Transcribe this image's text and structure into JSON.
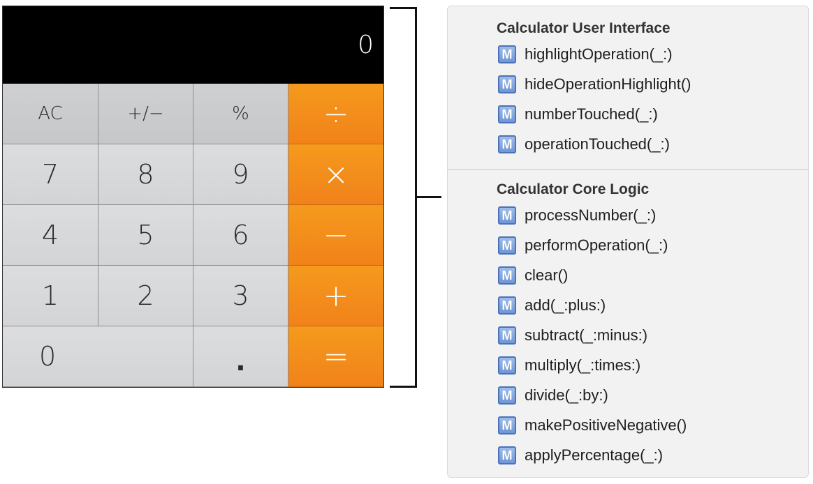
{
  "calculator": {
    "display": "0",
    "keys": {
      "ac": "AC",
      "plus_minus": "+/−",
      "percent": "%",
      "divide": "÷",
      "seven": "7",
      "eight": "8",
      "nine": "9",
      "multiply": "×",
      "four": "4",
      "five": "5",
      "six": "6",
      "minus": "−",
      "one": "1",
      "two": "2",
      "three": "3",
      "plus": "+",
      "zero": "0",
      "decimal": ".",
      "equals": "="
    },
    "colors": {
      "function_key": "#c9cacc",
      "number_key": "#d6d7d9",
      "operator_key": "#f48a1b",
      "display": "#000000"
    }
  },
  "panel": {
    "icon_letter": "M",
    "icon_color": "#6f96d6",
    "sections": [
      {
        "title": "Calculator User Interface",
        "methods": [
          "highlightOperation(_:)",
          "hideOperationHighlight()",
          "numberTouched(_:)",
          "operationTouched(_:)"
        ]
      },
      {
        "title": "Calculator Core Logic",
        "methods": [
          "processNumber(_:)",
          "performOperation(_:)",
          "clear()",
          "add(_:plus:)",
          "subtract(_:minus:)",
          "multiply(_:times:)",
          "divide(_:by:)",
          "makePositiveNegative()",
          "applyPercentage(_:)"
        ]
      }
    ]
  }
}
